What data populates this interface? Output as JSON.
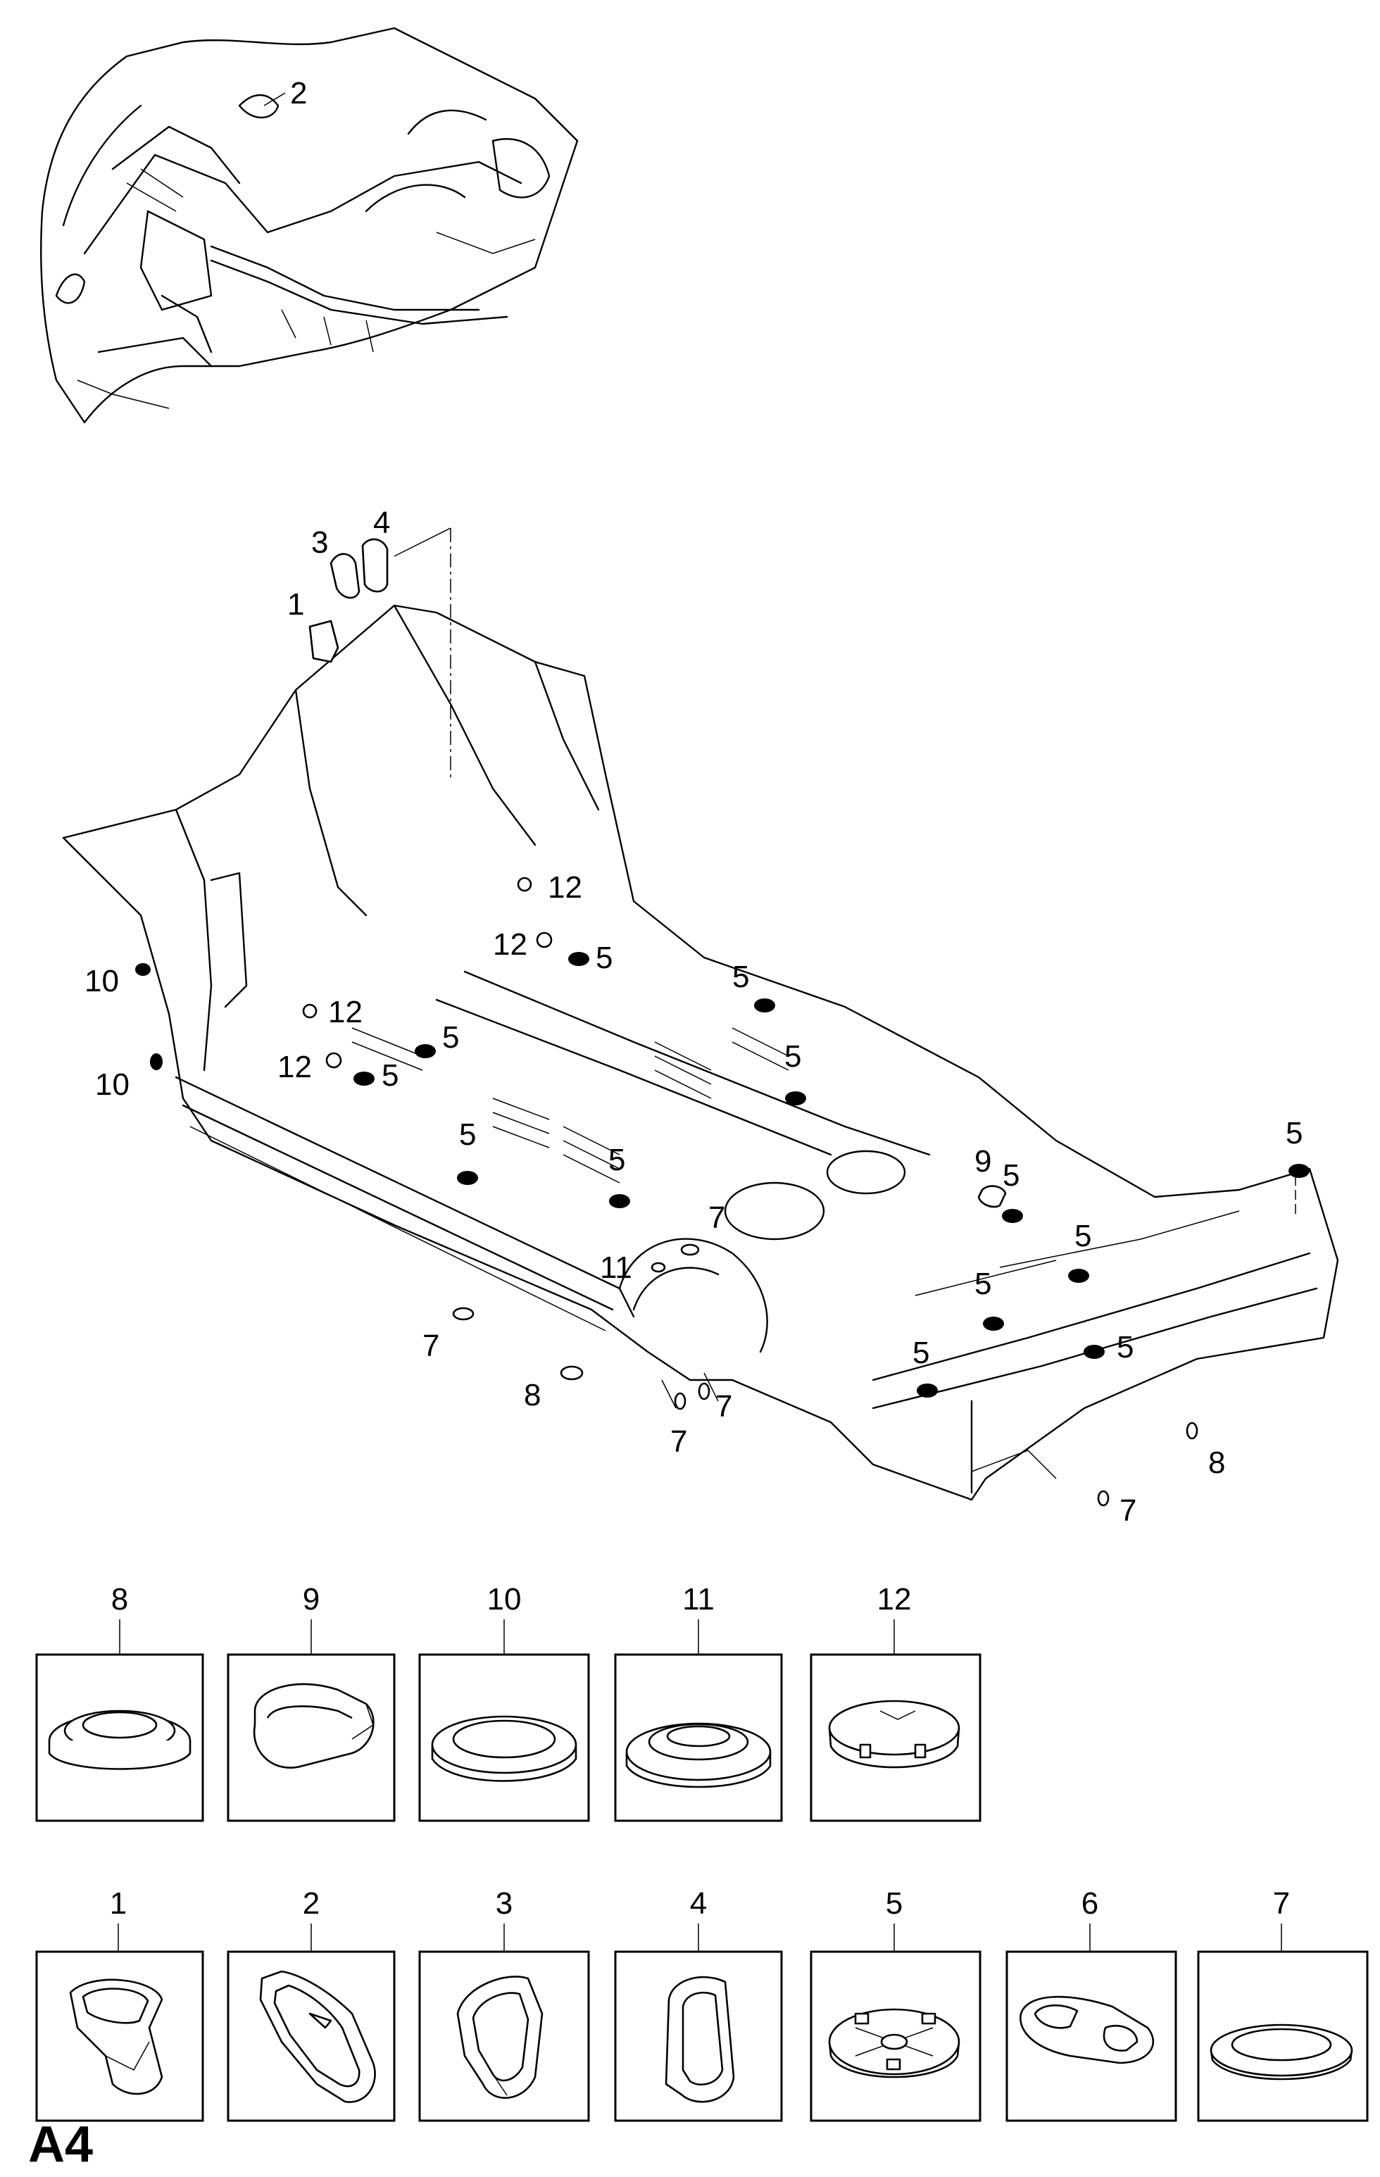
{
  "sheet_code": "A4",
  "overview_callouts": {
    "c2": "2"
  },
  "main_callouts": {
    "c1": "1",
    "c3": "3",
    "c4": "4",
    "c12a": "12",
    "c12b": "12",
    "c12c": "12",
    "c12d": "12",
    "c10a": "10",
    "c10b": "10",
    "c5a": "5",
    "c5b": "5",
    "c5c": "5",
    "c5d": "5",
    "c5e": "5",
    "c5f": "5",
    "c5g": "5",
    "c5h": "5",
    "c5i": "5",
    "c5j": "5",
    "c5k": "5",
    "c5l": "5",
    "c5m": "5",
    "c9": "9",
    "c11": "11",
    "c7a": "7",
    "c7b": "7",
    "c7c": "7",
    "c7d": "7",
    "c7e": "7",
    "c8a": "8",
    "c8b": "8"
  },
  "parts_row1": [
    {
      "number": "8",
      "icon": "grommet-stepped-icon"
    },
    {
      "number": "9",
      "icon": "grommet-oval-sleeve-icon"
    },
    {
      "number": "10",
      "icon": "grommet-flat-round-icon"
    },
    {
      "number": "11",
      "icon": "grommet-deep-round-icon"
    },
    {
      "number": "12",
      "icon": "plug-domed-icon"
    }
  ],
  "parts_row2": [
    {
      "number": "1",
      "icon": "boot-duct-icon"
    },
    {
      "number": "2",
      "icon": "seal-angled-frame-icon"
    },
    {
      "number": "3",
      "icon": "seal-bent-frame-icon"
    },
    {
      "number": "4",
      "icon": "seal-rectangular-frame-icon"
    },
    {
      "number": "5",
      "icon": "plug-cross-rib-icon"
    },
    {
      "number": "6",
      "icon": "plug-oval-double-icon"
    },
    {
      "number": "7",
      "icon": "plug-flat-disc-icon"
    }
  ]
}
